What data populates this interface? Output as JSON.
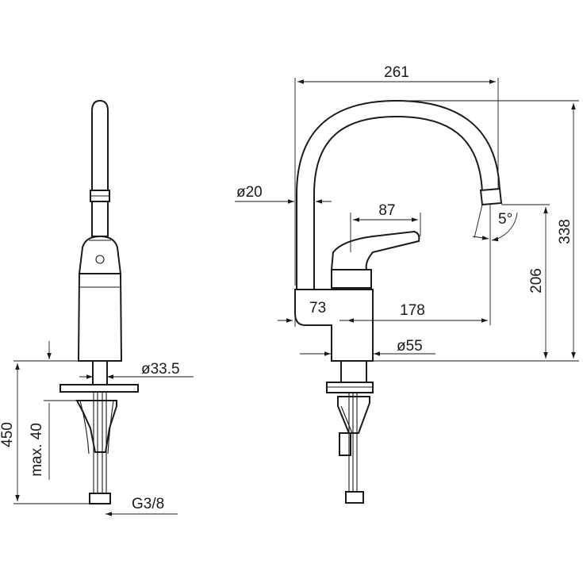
{
  "side_view": {
    "dim_diameter_33_5": "ø33.5",
    "dim_height_450": "450",
    "dim_max_40": "max. 40",
    "dim_thread": "G3/8"
  },
  "front_view": {
    "dim_reach_261": "261",
    "dim_height_338": "338",
    "dim_spout_diameter": "ø20",
    "dim_handle_87": "87",
    "dim_angle": "5°",
    "dim_height_206": "206",
    "dim_73": "73",
    "dim_178": "178",
    "dim_base_diameter": "ø55"
  },
  "colors": {
    "line": "#1a1a1a",
    "background": "#ffffff"
  }
}
